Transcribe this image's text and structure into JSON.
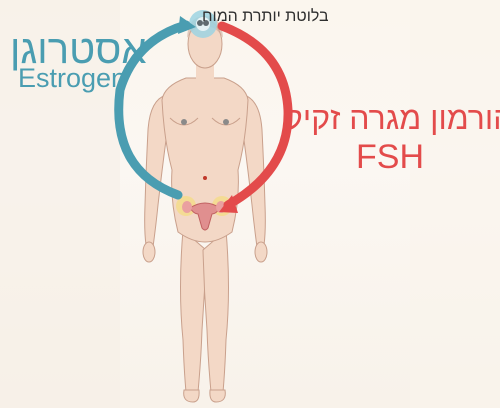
{
  "labels": {
    "gland": "בלוטת יותרת המוח",
    "estrogen_hebrew": "אסטרוגן",
    "estrogen_english": "Estrogen",
    "fsh_hebrew": "הורמון מגרה זקיק",
    "fsh_english": "FSH"
  },
  "colors": {
    "estrogen": "#4a9db1",
    "fsh": "#e34b4b",
    "skin": "#f3d8c6",
    "outline": "#c9a08c"
  }
}
